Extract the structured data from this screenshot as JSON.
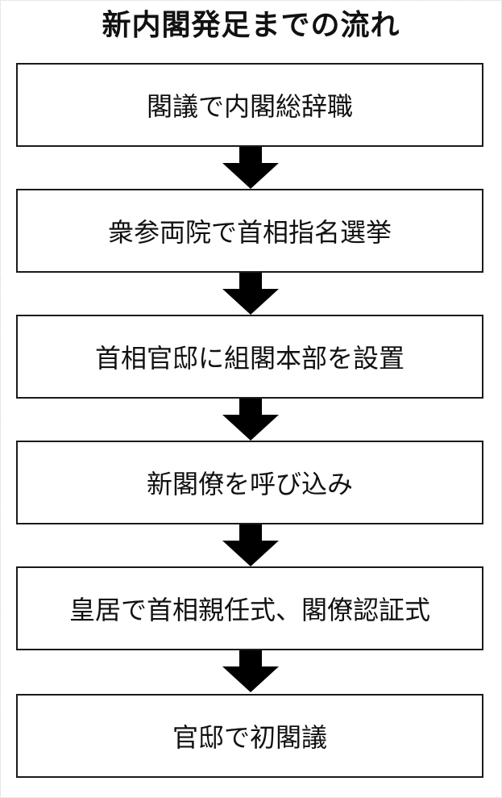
{
  "title": "新内閣発足までの流れ",
  "steps": [
    "閣議で内閣総辞職",
    "衆参両院で首相指名選挙",
    "首相官邸に組閣本部を設置",
    "新閣僚を呼び込み",
    "皇居で首相親任式、閣僚認証式",
    "官邸で初閣議"
  ],
  "colors": {
    "border": "#1a1a1a",
    "arrow": "#000000",
    "background": "#ffffff"
  }
}
